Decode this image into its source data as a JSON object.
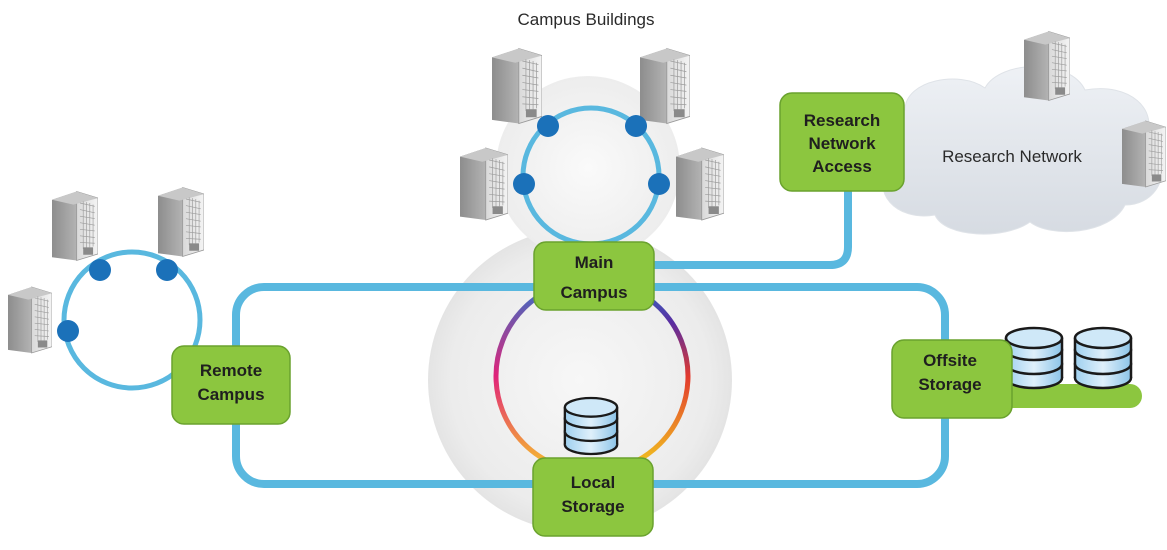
{
  "title": "Campus Buildings",
  "nodes": {
    "main_campus": [
      "Main",
      "Campus"
    ],
    "remote_campus": [
      "Remote",
      "Campus"
    ],
    "local_storage": [
      "Local",
      "Storage"
    ],
    "offsite_storage": [
      "Offsite",
      "Storage"
    ],
    "research_access": [
      "Research",
      "Network",
      "Access"
    ]
  },
  "research_network_label": "Research Network",
  "colors": {
    "link": "#59b8df",
    "node_fill": "#8cc63f",
    "node_stroke": "#6aa22e",
    "dot": "#1b71b9"
  },
  "icons": [
    "server-building-icon",
    "database-icon",
    "cloud-icon"
  ]
}
